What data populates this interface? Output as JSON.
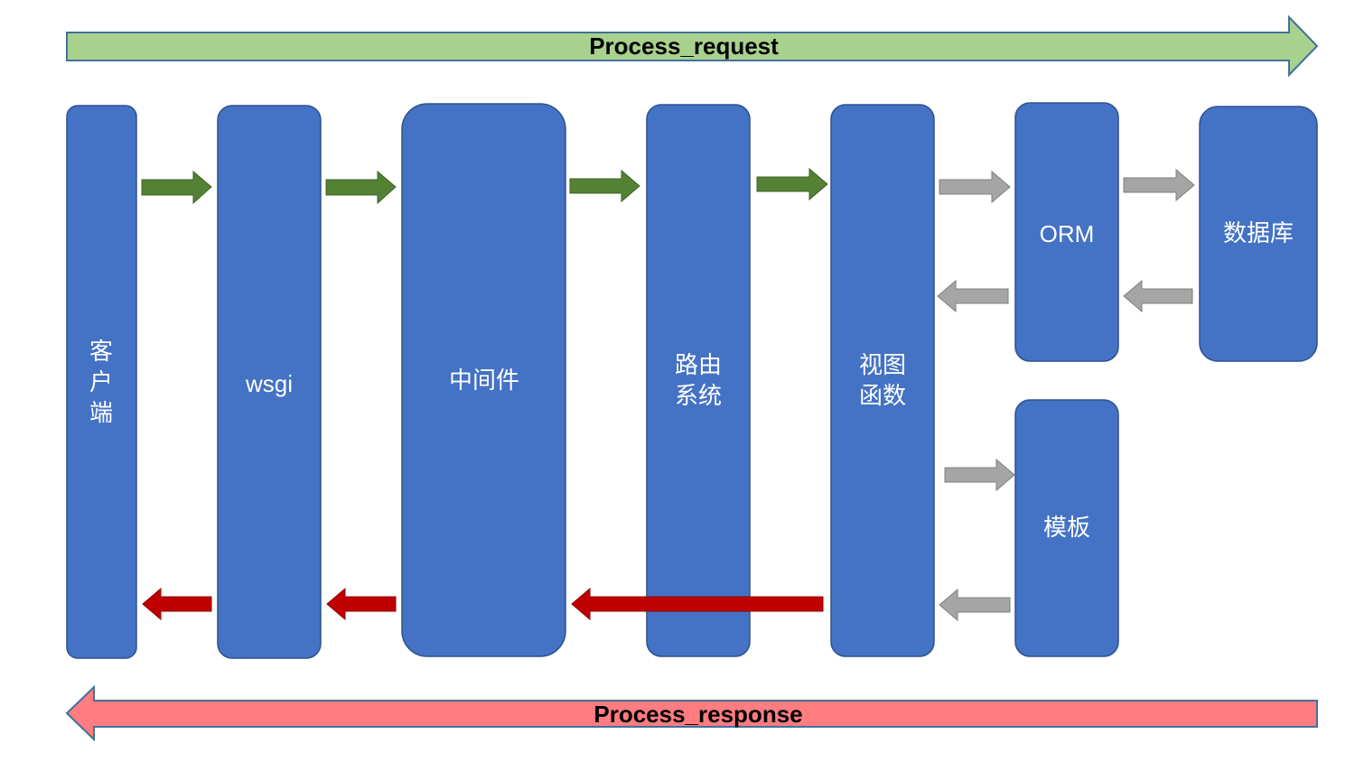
{
  "banners": {
    "request_label": "Process_request",
    "response_label": "Process_response"
  },
  "nodes": {
    "client": [
      "客",
      "户",
      "端"
    ],
    "wsgi": "wsgi",
    "middleware": "中间件",
    "url_router": [
      "路由",
      "系统"
    ],
    "view_function": [
      "视图",
      "函数"
    ],
    "orm": "ORM",
    "database": "数据库",
    "template": "模板"
  },
  "colors": {
    "node_fill": "#4472C4",
    "request_banner": "#A9D18E",
    "response_banner": "#FF7C80",
    "request_arrow": "#548235",
    "response_arrow": "#C00000",
    "secondary_arrow": "#A5A5A5"
  }
}
